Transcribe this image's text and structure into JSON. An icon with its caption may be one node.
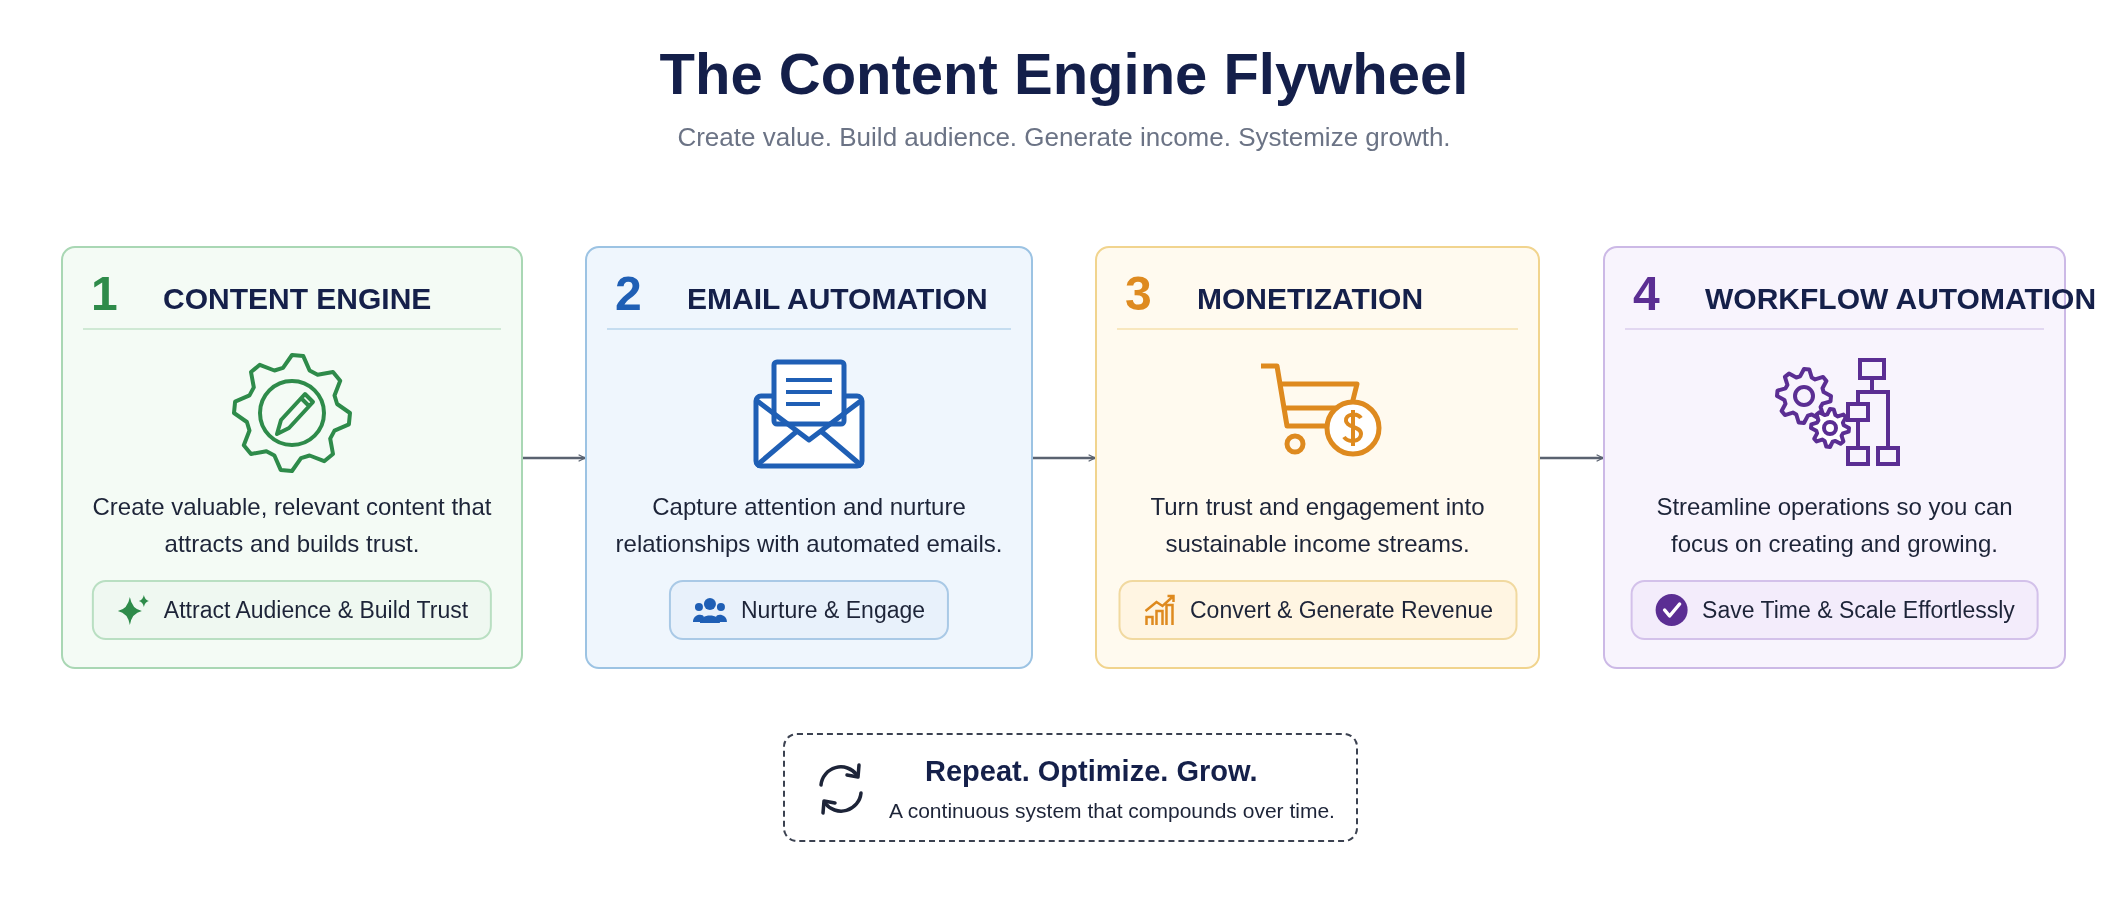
{
  "diagram": {
    "title": "The Content Engine Flywheel",
    "nodes": [
      {
        "text": [
          "1",
          "CONTENT ENGINE",
          "Create valuable, relevant content that attracts and builds trust."
        ]
      },
      {
        "text": [
          "Attract Audience & Build Trust"
        ],
        "in": 0
      },
      {
        "text": [
          "2",
          "EMAIL AUTOMATION",
          "Capture attention and nurture relationships with automated emails."
        ]
      },
      {
        "text": [
          "Nurture & Engage"
        ],
        "in": 2
      },
      {
        "text": [
          "3",
          "MONETIZATION",
          "Turn trust and engagement into sustainable income streams."
        ]
      },
      {
        "text": [
          "Convert & Generate Revenue"
        ],
        "in": 4
      },
      {
        "text": [
          "4",
          "WORKFLOW AUTOMATION",
          "Streamline operations so you can focus on creating and growing."
        ]
      },
      {
        "text": [
          "Save Time & Scale Effortlessly"
        ],
        "in": 6
      },
      {
        "text": [
          "Repeat. Optimize. Grow.",
          "A continuous system that compounds over time."
        ]
      }
    ],
    "edges": [
      {
        "from": 0,
        "to": 2,
        "arrow": "to"
      },
      {
        "from": 2,
        "to": 4,
        "arrow": "to"
      },
      {
        "from": 4,
        "to": 6,
        "arrow": "to"
      }
    ],
    "labels": [
      "Create value. Build audience. Generate income. Systemize growth."
    ]
  }
}
